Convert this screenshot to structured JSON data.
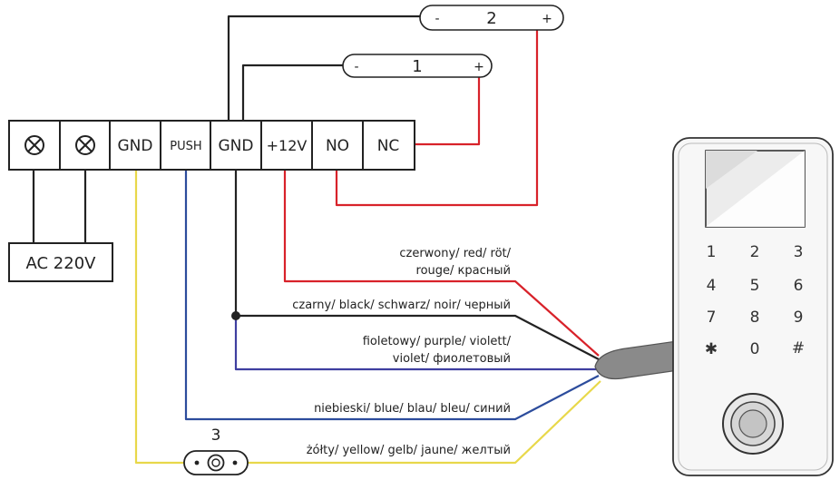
{
  "terminals": {
    "gnd_left": "GND",
    "push": "PUSH",
    "gnd_right": "GND",
    "v12": "+12V",
    "no": "NO",
    "nc": "NC"
  },
  "power": {
    "label": "AC 220V"
  },
  "locks": {
    "lock1": {
      "minus": "-",
      "number": "1",
      "plus": "+"
    },
    "lock2": {
      "minus": "-",
      "number": "2",
      "plus": "+"
    }
  },
  "exit_button": {
    "number": "3"
  },
  "wires": {
    "red_line1": "czerwony/ red/ röt/",
    "red_line2": "rouge/ красный",
    "black": "czarny/ black/ schwarz/ noir/ черный",
    "purple_line1": "fioletowy/ purple/ violett/",
    "purple_line2": "violet/ фиолетовый",
    "blue": "niebieski/ blue/ blau/ bleu/ синий",
    "yellow": "żółty/ yellow/ gelb/ jaune/ желтый"
  },
  "colors": {
    "red": "#d8222a",
    "black": "#222222",
    "purple": "#3f3fa0",
    "blue": "#2c4c9c",
    "yellow": "#e8d84a"
  },
  "keypad": {
    "keys": [
      "1",
      "2",
      "3",
      "4",
      "5",
      "6",
      "7",
      "8",
      "9",
      "✱",
      "0",
      "#"
    ]
  }
}
